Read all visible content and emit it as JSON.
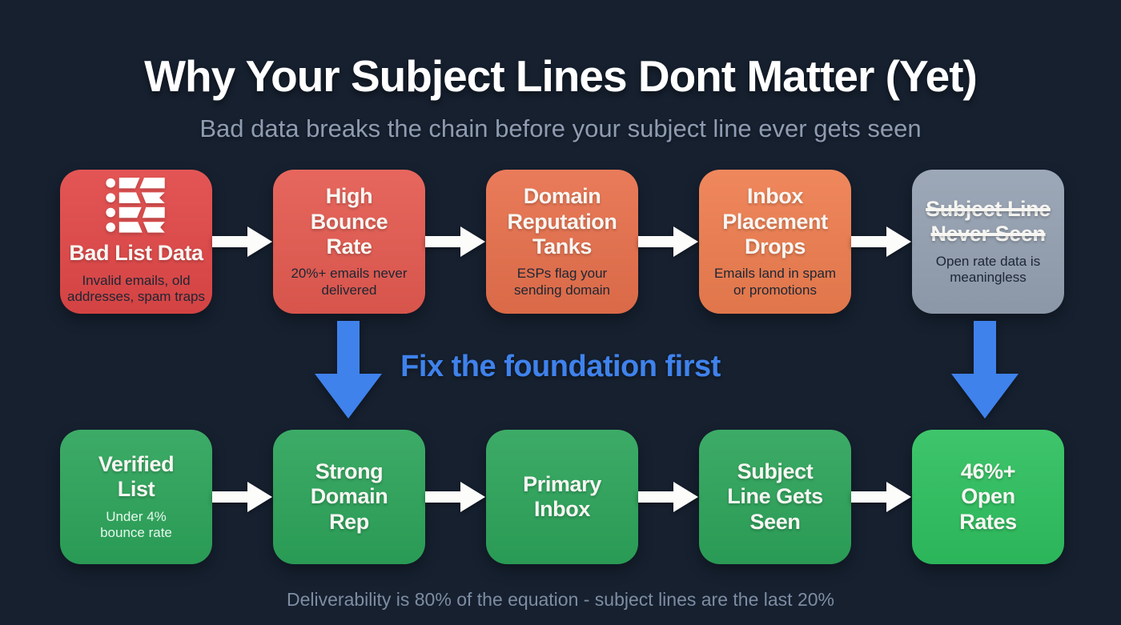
{
  "header": {
    "title": "Why Your Subject Lines Dont Matter (Yet)",
    "subtitle": "Bad data breaks the chain before your subject line ever gets seen"
  },
  "middle": {
    "label": "Fix the foundation first"
  },
  "footer": {
    "text": "Deliverability is 80% of the equation - subject lines are the last 20%"
  },
  "colors": {
    "background": "#16202f",
    "title_text": "#ffffff",
    "subtitle_text": "#8e9bb0",
    "accent_blue": "#3f82ec",
    "footer_text": "#7e8da3",
    "arrow_white": "#fcfcfb",
    "dark_text_on_box": "#1c2634"
  },
  "top_row": [
    {
      "title": "Bad List Data",
      "subtitle": "Invalid emails, old\naddresses, spam traps",
      "color": "#e14747",
      "icon": "broken-list-icon"
    },
    {
      "title": "High\nBounce\nRate",
      "subtitle": "20%+ emails never\ndelivered",
      "color": "#e45a50"
    },
    {
      "title": "Domain\nReputation\nTanks",
      "subtitle": "ESPs flag your\nsending domain",
      "color": "#e7704c"
    },
    {
      "title": "Inbox\nPlacement\nDrops",
      "subtitle": "Emails land in spam\nor promotions",
      "color": "#ee7d4f"
    },
    {
      "title": "Subject Line\nNever Seen",
      "subtitle": "Open rate data is\nmeaningless",
      "color": "#94a0b1",
      "strikethrough": true
    }
  ],
  "bottom_row": [
    {
      "title": "Verified\nList",
      "subtitle": "Under 4%\nbounce rate",
      "color": "#2ca45a"
    },
    {
      "title": "Strong\nDomain\nRep",
      "color": "#2ca45a"
    },
    {
      "title": "Primary\nInbox",
      "color": "#2ca45a"
    },
    {
      "title": "Subject\nLine Gets\nSeen",
      "color": "#2ca45a"
    },
    {
      "title": "46%+\nOpen\nRates",
      "color": "#2ec05f"
    }
  ]
}
